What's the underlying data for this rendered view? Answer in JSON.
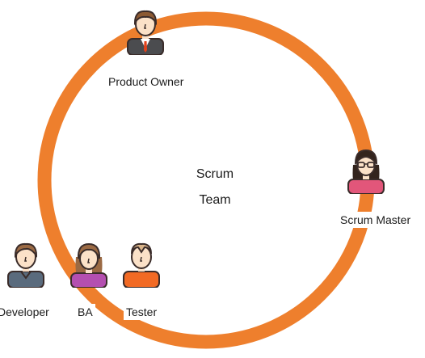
{
  "center": {
    "line1": "Scrum",
    "line2": "Team"
  },
  "roles": {
    "product_owner": "Product Owner",
    "scrum_master": "Scrum Master",
    "developer": "Developer",
    "ba": "BA",
    "tester": "Tester"
  },
  "colors": {
    "ring": "#ee7f2d",
    "skin": "#fbe1c8",
    "outline": "#3a2c2a"
  }
}
